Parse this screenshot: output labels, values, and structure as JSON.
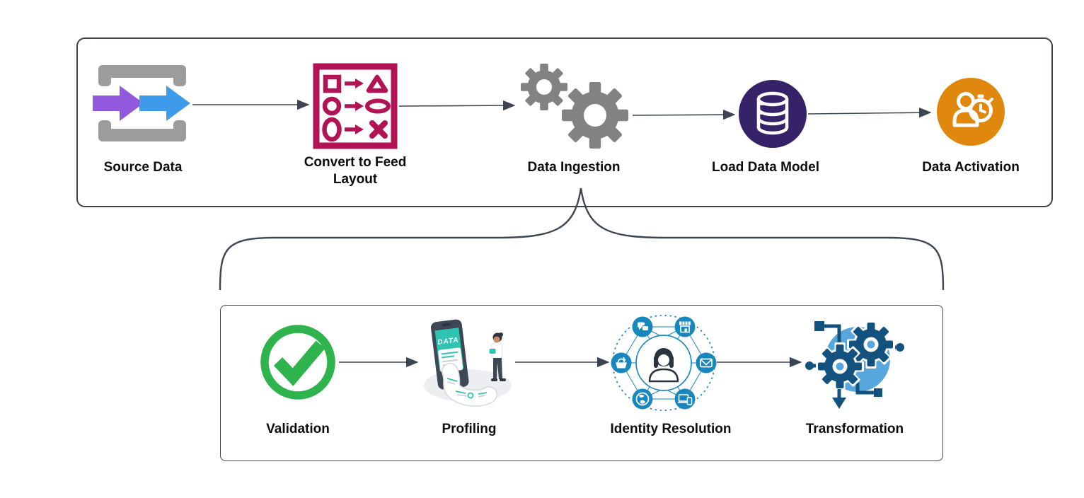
{
  "top_flow": {
    "steps": [
      {
        "label": "Source Data",
        "icon": "source-data-brackets-arrows-icon"
      },
      {
        "label": "Convert to Feed Layout",
        "icon": "shape-mapping-icon"
      },
      {
        "label": "Data Ingestion",
        "icon": "gears-icon"
      },
      {
        "label": "Load Data Model",
        "icon": "database-icon"
      },
      {
        "label": "Data Activation",
        "icon": "people-stopwatch-icon"
      }
    ]
  },
  "sub_flow": {
    "parent_step": "Data Ingestion",
    "steps": [
      {
        "label": "Validation",
        "icon": "check-circle-icon"
      },
      {
        "label": "Profiling",
        "icon": "data-report-illustration-icon",
        "screen_text": "DATA"
      },
      {
        "label": "Identity Resolution",
        "icon": "identity-network-icon"
      },
      {
        "label": "Transformation",
        "icon": "circuit-gears-icon"
      }
    ]
  },
  "colors": {
    "line": "#3E4552",
    "source_arrow_purple": "#9159DB",
    "source_arrow_blue": "#3D9BE9",
    "bracket_gray": "#9C9C9C",
    "convert_crimson": "#B11355",
    "gear_gray": "#828282",
    "load_indigo": "#362269",
    "activation_orange": "#E0870D",
    "validation_green": "#2EB34D",
    "identity_blue": "#1787BE",
    "transform_dark_blue": "#13527F",
    "transform_light_blue": "#58A7DC",
    "profiling_teal": "#2EC4B0"
  }
}
